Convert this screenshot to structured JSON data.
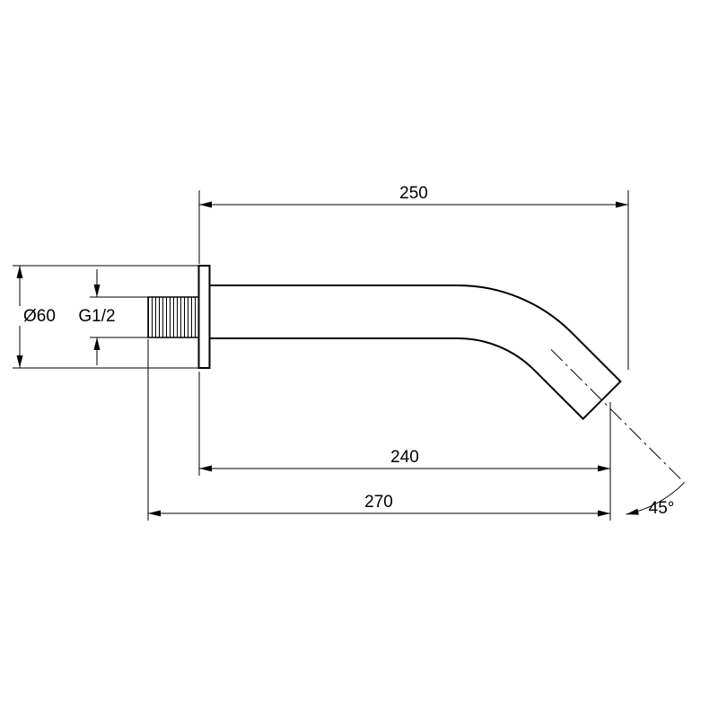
{
  "drawing": {
    "type": "technical-dimension-drawing",
    "subject": "wall-mounted-bath-spout",
    "labels": {
      "dim_top_length": "250",
      "dim_flange_diameter": "Ø60",
      "dim_thread": "G1/2",
      "dim_spout_length": "240",
      "dim_total_length": "270",
      "dim_angle": "45°"
    },
    "colors": {
      "line": "#000000",
      "background": "#ffffff"
    }
  }
}
